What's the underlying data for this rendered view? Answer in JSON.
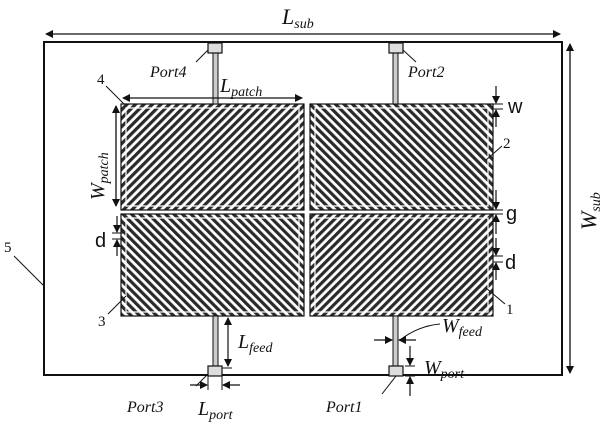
{
  "labels": {
    "lsub": {
      "main": "L",
      "sub": "sub"
    },
    "wsub": {
      "main": "W",
      "sub": "sub"
    },
    "lpatch": {
      "main": "L",
      "sub": "patch"
    },
    "wpatch": {
      "main": "W",
      "sub": "patch"
    },
    "lfeed": {
      "main": "L",
      "sub": "feed"
    },
    "wfeed": {
      "main": "W",
      "sub": "feed"
    },
    "wport": {
      "main": "W",
      "sub": "port"
    },
    "lport": {
      "main": "L",
      "sub": "port"
    },
    "w": "w",
    "g": "g",
    "d_left": "d",
    "d_right": "d"
  },
  "ports": {
    "port1": "Port1",
    "port2": "Port2",
    "port3": "Port3",
    "port4": "Port4"
  },
  "numbers": {
    "n1": "1",
    "n2": "2",
    "n3": "3",
    "n4": "4",
    "n5": "5"
  },
  "colors": {
    "line": "#111111",
    "hatch": "#2a2a2a",
    "background": "#ffffff"
  }
}
